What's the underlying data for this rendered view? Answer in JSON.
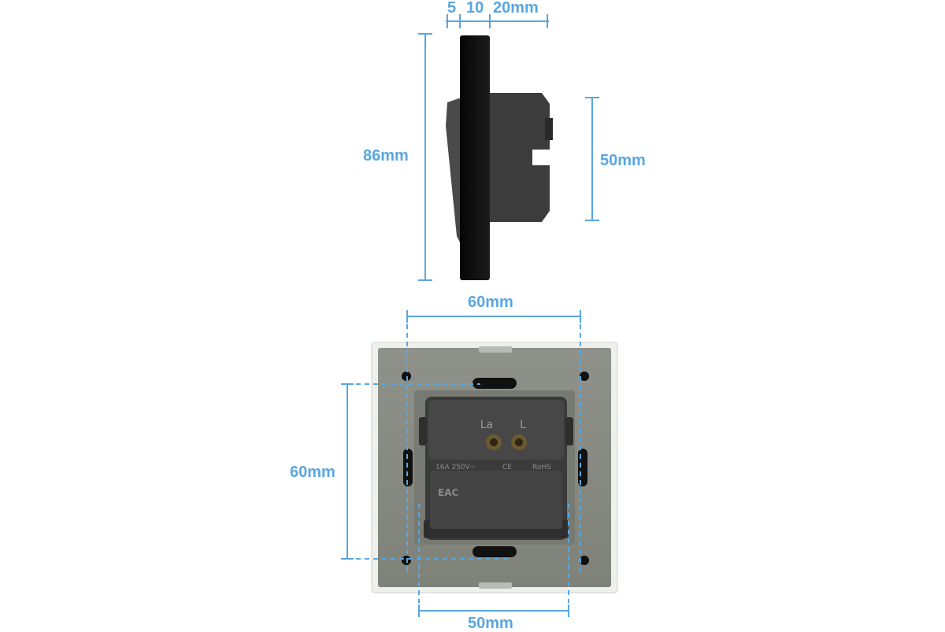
{
  "dimensions": {
    "plate_depth": "5",
    "mid_depth": "10",
    "back_depth": "20mm",
    "plate_height": "86mm",
    "module_height_side": "50mm",
    "mount_width": "60mm",
    "mount_height": "60mm",
    "module_width": "50mm"
  },
  "terminals": {
    "left": "La",
    "right": "L"
  },
  "module_print": {
    "rating": "16A  250V~",
    "ce": "CE",
    "rohs": "RoHS",
    "eac": "EAC"
  },
  "colors": {
    "dimension_line": "#5aa6df",
    "plate_black": "#111111",
    "module_dark": "#3b3b3b",
    "frame_gray": "#8c8f88"
  }
}
